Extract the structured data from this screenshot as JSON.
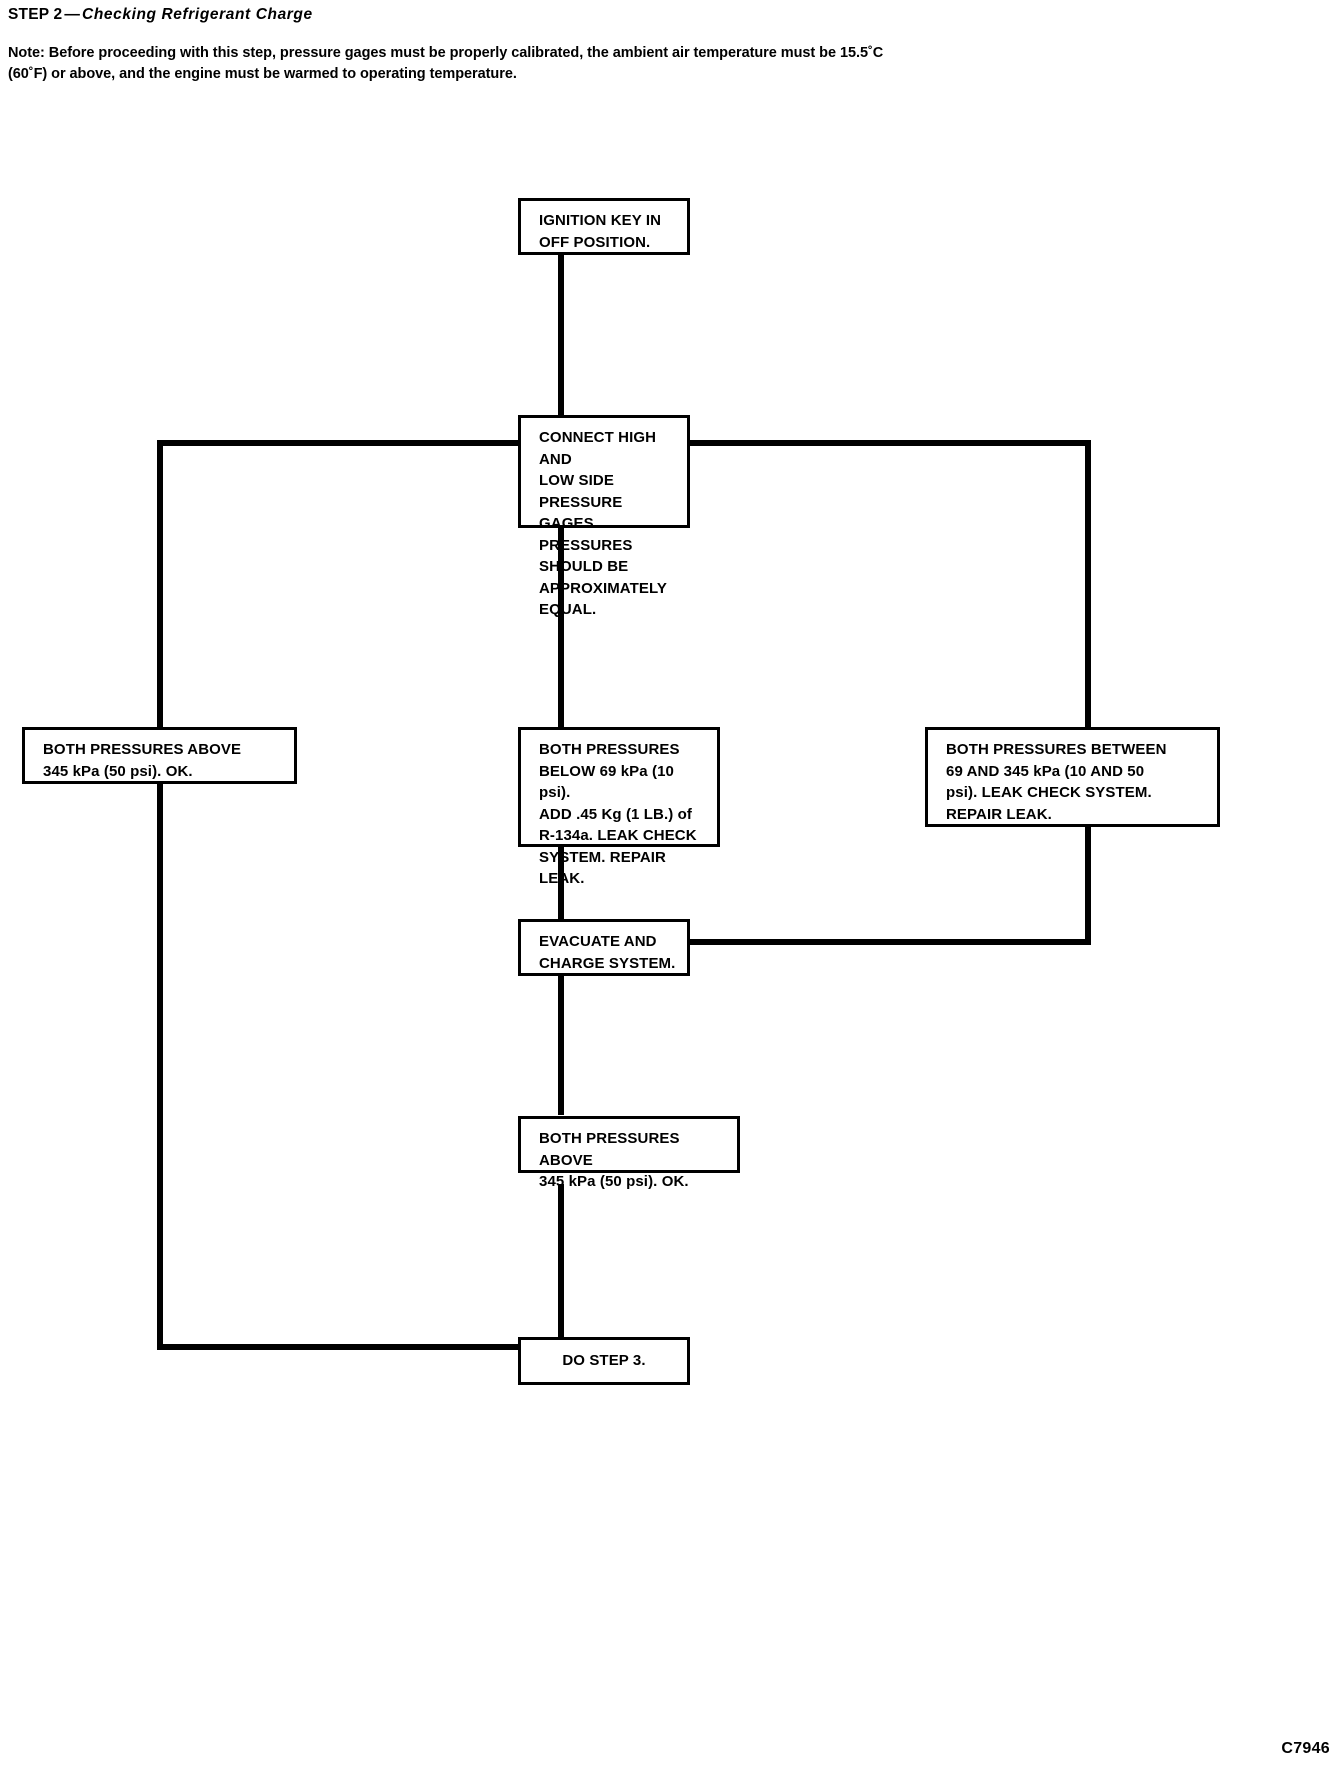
{
  "header": {
    "step_label": "STEP 2",
    "dash": "—",
    "subject": "Checking Refrigerant Charge",
    "note_line_1": "Note: Before proceeding with this step, pressure gages must be properly calibrated, the ambient air temperature must be 15.5˚C",
    "note_line_2": "(60˚F) or above, and the engine must be warmed to operating temperature."
  },
  "figure": {
    "code": "C7946"
  },
  "flowchart": {
    "type": "flowchart",
    "nodes": [
      {
        "id": "ignition-key",
        "text": "IGNITION KEY IN\nOFF POSITION."
      },
      {
        "id": "connect-gages",
        "text": "CONNECT HIGH AND\nLOW SIDE\nPRESSURE GAGES.\nPRESSURES\nSHOULD BE\nAPPROXIMATELY\nEQUAL."
      },
      {
        "id": "both-above-left",
        "text": "BOTH PRESSURES ABOVE\n345 kPa (50 psi). OK."
      },
      {
        "id": "both-below",
        "text": "BOTH PRESSURES\nBELOW 69 kPa (10 psi).\nADD .45 Kg (1 LB.) of\nR-134a. LEAK CHECK\nSYSTEM. REPAIR LEAK."
      },
      {
        "id": "both-between",
        "text": "BOTH PRESSURES BETWEEN\n69 AND 345 kPa (10 AND 50\npsi). LEAK CHECK SYSTEM.\nREPAIR LEAK."
      },
      {
        "id": "evacuate-charge",
        "text": "EVACUATE AND\nCHARGE SYSTEM."
      },
      {
        "id": "both-above-lower",
        "text": "BOTH PRESSURES ABOVE\n345 kPa (50 psi). OK."
      },
      {
        "id": "do-step-3",
        "text": "DO STEP 3."
      }
    ]
  }
}
